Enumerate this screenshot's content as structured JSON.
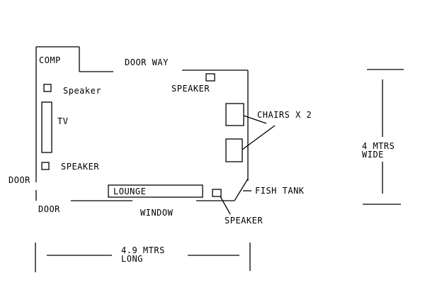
{
  "labels": {
    "comp": "COMP",
    "door_way": "DOOR WAY",
    "speaker_left_top": "Speaker",
    "speaker_top": "SPEAKER",
    "tv": "TV",
    "chairs": "CHAIRS X 2",
    "speaker_left_bottom": "SPEAKER",
    "door_left": "DOOR",
    "door_bottom": "DOOR",
    "lounge": "LOUNGE",
    "window": "WINDOW",
    "fish_tank": "FISH TANK",
    "speaker_bottom": "SPEAKER",
    "width_line1": "4 MTRS",
    "width_line2": "WIDE",
    "length_line1": "4.9 MTRS",
    "length_line2": "LONG"
  },
  "colors": {
    "ink": "#000000",
    "background": "#ffffff"
  }
}
